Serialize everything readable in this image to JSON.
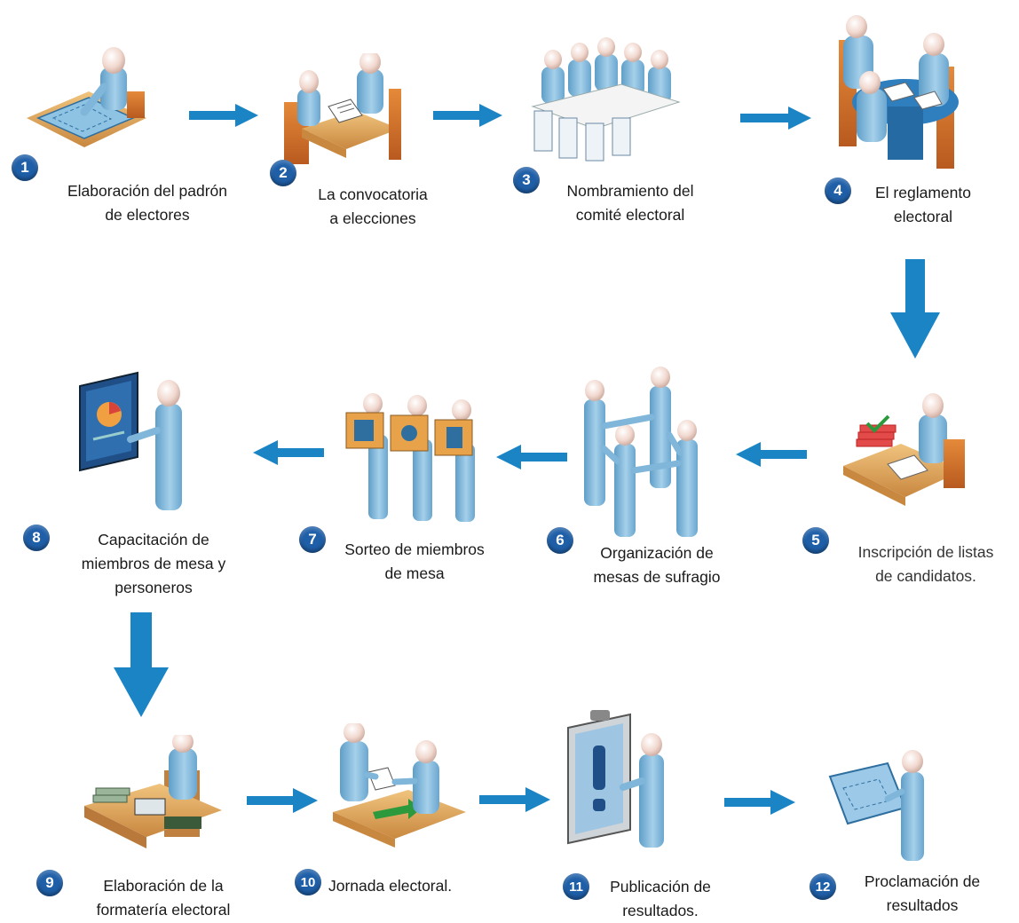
{
  "steps": [
    {
      "number": "1",
      "line1": "Elaboración del padrón",
      "line2": "de electores",
      "line3": ""
    },
    {
      "number": "2",
      "line1": "La convocatoria",
      "line2": "a elecciones",
      "line3": ""
    },
    {
      "number": "3",
      "line1": "Nombramiento del",
      "line2": "comité electoral",
      "line3": ""
    },
    {
      "number": "4",
      "line1": "El reglamento",
      "line2": "electoral",
      "line3": ""
    },
    {
      "number": "5",
      "line1": "Inscripción de listas",
      "line2": "de candidatos.",
      "line3": ""
    },
    {
      "number": "6",
      "line1": "Organización de",
      "line2": "mesas de sufragio",
      "line3": ""
    },
    {
      "number": "7",
      "line1": "Sorteo de miembros",
      "line2": "de mesa",
      "line3": ""
    },
    {
      "number": "8",
      "line1": "Capacitación de",
      "line2": "miembros de mesa y",
      "line3": "personeros"
    },
    {
      "number": "9",
      "line1": "Elaboración de la",
      "line2": "formatería electoral",
      "line3": ""
    },
    {
      "number": "10",
      "line1": "Jornada electoral.",
      "line2": "",
      "line3": ""
    },
    {
      "number": "11",
      "line1": "Publicación de",
      "line2": "resultados.",
      "line3": ""
    },
    {
      "number": "12",
      "line1": "Proclamación de",
      "line2": "resultados",
      "line3": ""
    }
  ],
  "colors": {
    "arrow": "#1a84c4",
    "badge": "#1f5fa8",
    "figure": "#7fb6d9",
    "table": "#d9a25b"
  }
}
